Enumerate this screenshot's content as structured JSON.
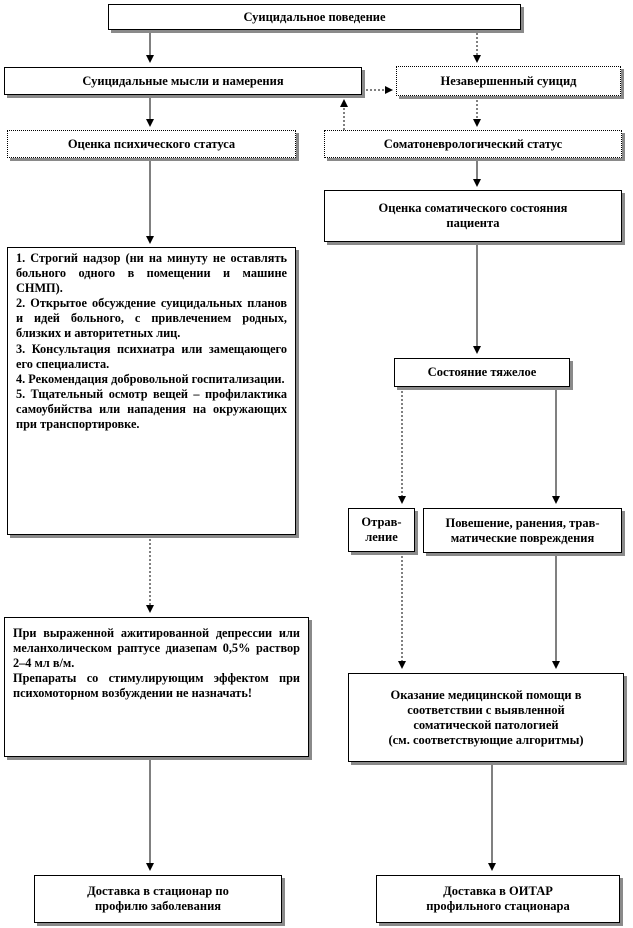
{
  "nodes": {
    "suicidal_behavior": "Суицидальное поведение",
    "suicidal_thoughts": "Суицидальные мысли и намерения",
    "incomplete_suicide": "Незавершенный суицид",
    "mental_status": "Оценка психического статуса",
    "somatoneuro_status": "Соматоневрологический статус",
    "somatic_assessment": [
      "Оценка соматического состояния",
      "пациента"
    ],
    "actions": [
      "1. Строгий надзор (ни на минуту не оставлять больного одного в помещении и машине СНМП).",
      "2. Открытое обсуждение суицидальных планов и идей больного, с привлечением родных, близких и авторитетных лиц.",
      "3. Консультация психиатра или замещающего его специалиста.",
      "4. Рекомендация добровольной госпитализации.",
      "5. Тщательный осмотр вещей – профилактика самоубийства или нападения на окружающих при транспортировке."
    ],
    "severe_condition": "Состояние тяжелое",
    "poisoning": [
      "Отрав-",
      "ление"
    ],
    "injuries": [
      "Повешение, ранения, трав-",
      "матические повреждения"
    ],
    "medication": [
      "При выраженной ажитированной депрессии или меланхолическом раптусе диазепам 0,5% раствор 2–4 мл в/м.",
      "Препараты со стимулирующим эффектом при психомоторном возбуждении не назначать!"
    ],
    "medical_help": [
      "Оказание медицинской помощи в",
      "соответствии с выявленной",
      "соматической патологией",
      "(см. соответствующие алгоритмы)"
    ],
    "delivery_hospital": [
      "Доставка в стационар по",
      "профилю заболевания"
    ],
    "delivery_icu": [
      "Доставка в ОИТАР",
      "профильного стационара"
    ]
  }
}
